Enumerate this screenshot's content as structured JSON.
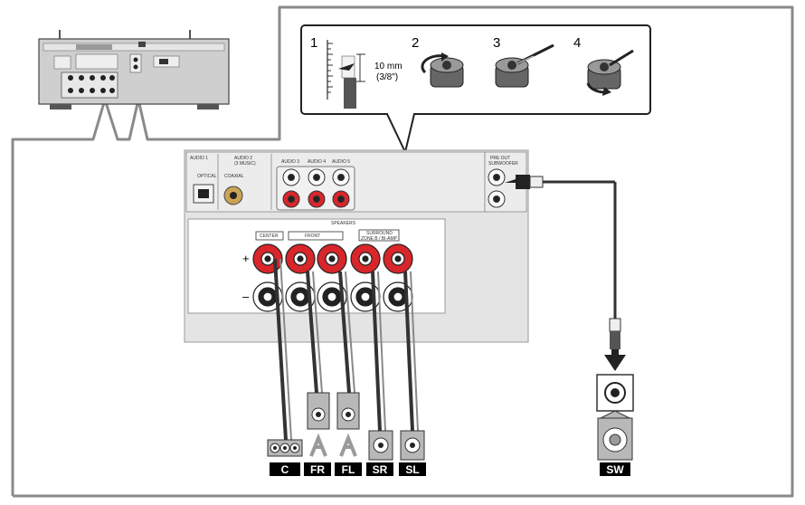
{
  "steps": {
    "step1": "1",
    "step2": "2",
    "step3": "3",
    "step4": "4",
    "measure_mm": "10 mm",
    "measure_in": "(3/8\")"
  },
  "panel": {
    "audio1": "AUDIO 1",
    "audio2": "AUDIO 2",
    "audio2_sub": "(3 MUSIC)",
    "optical": "OPTICAL",
    "coaxial": "COAXIAL",
    "audio3": "AUDIO 3",
    "audio4": "AUDIO 4",
    "audio5": "AUDIO 5",
    "preout": "PRE OUT",
    "subwoofer": "SUBWOOFER",
    "speakers": "SPEAKERS",
    "center": "CENTER",
    "front": "FRONT",
    "surround": "SURROUND",
    "zoneb": "ZONE B / BI-AMP",
    "plus": "+",
    "minus": "–"
  },
  "speakers": [
    "C",
    "FR",
    "FL",
    "SR",
    "SL",
    "SW"
  ],
  "colors": {
    "frame": "#8a8a8a",
    "panel": "#e4e4e4",
    "red_terminal": "#d8262b",
    "tag_bg": "#000000"
  }
}
